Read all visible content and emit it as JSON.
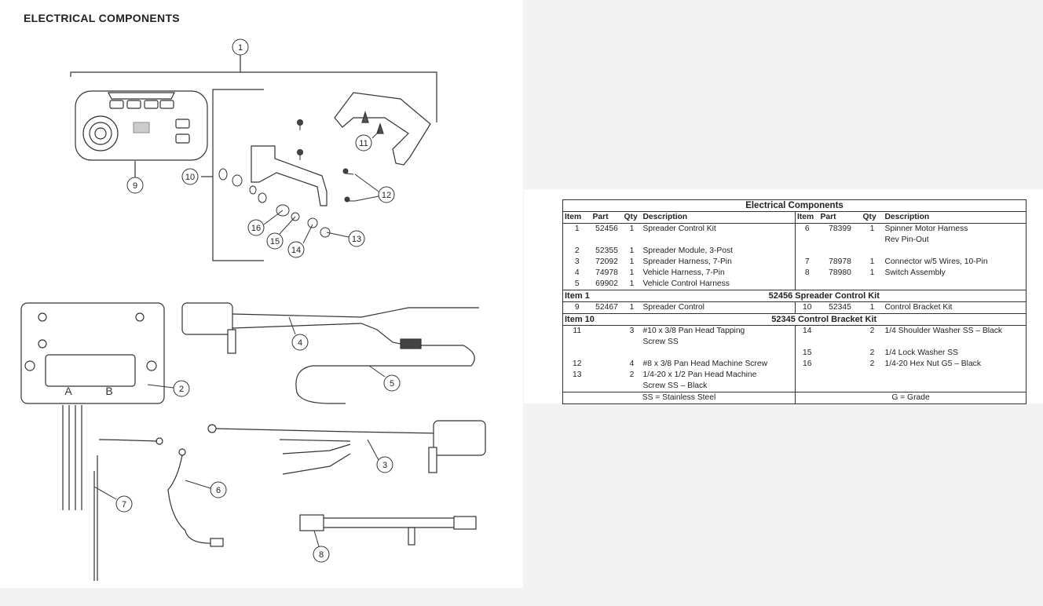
{
  "page_title": "ELECTRICAL COMPONENTS",
  "callouts": [
    "1",
    "2",
    "3",
    "4",
    "5",
    "6",
    "7",
    "8",
    "9",
    "10",
    "11",
    "12",
    "13",
    "14",
    "15",
    "16"
  ],
  "module_labels": {
    "a": "A",
    "b": "B"
  },
  "table": {
    "title": "Electrical Components",
    "columns": [
      "Item",
      "Part",
      "Qty",
      "Description",
      "Item",
      "Part",
      "Qty",
      "Description"
    ],
    "main_rows": [
      {
        "l": {
          "item": "1",
          "part": "52456",
          "qty": "1",
          "desc": [
            "Spreader Control Kit"
          ]
        },
        "r": {
          "item": "6",
          "part": "78399",
          "qty": "1",
          "desc": [
            "Spinner Motor Harness",
            "Rev Pin-Out"
          ]
        }
      },
      {
        "l": {
          "item": "2",
          "part": "52355",
          "qty": "1",
          "desc": [
            "Spreader Module, 3-Post"
          ]
        },
        "r": {
          "item": "",
          "part": "",
          "qty": "",
          "desc": []
        }
      },
      {
        "l": {
          "item": "3",
          "part": "72092",
          "qty": "1",
          "desc": [
            "Spreader Harness, 7-Pin"
          ]
        },
        "r": {
          "item": "7",
          "part": "78978",
          "qty": "1",
          "desc": [
            "Connector w/5 Wires, 10-Pin"
          ]
        }
      },
      {
        "l": {
          "item": "4",
          "part": "74978",
          "qty": "1",
          "desc": [
            "Vehicle Harness, 7-Pin"
          ]
        },
        "r": {
          "item": "8",
          "part": "78980",
          "qty": "1",
          "desc": [
            "Switch Assembly"
          ]
        }
      },
      {
        "l": {
          "item": "5",
          "part": "69902",
          "qty": "1",
          "desc": [
            "Vehicle Control Harness"
          ]
        },
        "r": {
          "item": "",
          "part": "",
          "qty": "",
          "desc": []
        }
      }
    ],
    "section1": {
      "label": "Item 1",
      "title": "52456  Spreader Control Kit",
      "rows": [
        {
          "l": {
            "item": "9",
            "part": "52467",
            "qty": "1",
            "desc": [
              "Spreader Control"
            ]
          },
          "r": {
            "item": "10",
            "part": "52345",
            "qty": "1",
            "desc": [
              "Control Bracket Kit"
            ]
          }
        }
      ]
    },
    "section2": {
      "label": "Item 10",
      "title": "52345  Control Bracket Kit",
      "rows": [
        {
          "l": {
            "item": "11",
            "part": "",
            "qty": "3",
            "desc": [
              "#10 x 3/8 Pan Head Tapping",
              "Screw SS"
            ]
          },
          "r": {
            "item": "14",
            "part": "",
            "qty": "2",
            "desc": [
              "1/4 Shoulder Washer SS – Black"
            ]
          }
        },
        {
          "l": {
            "item": "",
            "part": "",
            "qty": "",
            "desc": []
          },
          "r": {
            "item": "15",
            "part": "",
            "qty": "2",
            "desc": [
              "1/4 Lock Washer SS"
            ]
          }
        },
        {
          "l": {
            "item": "12",
            "part": "",
            "qty": "4",
            "desc": [
              "#8 x 3/8 Pan Head Machine Screw"
            ]
          },
          "r": {
            "item": "16",
            "part": "",
            "qty": "2",
            "desc": [
              "1/4-20 Hex Nut G5 – Black"
            ]
          }
        },
        {
          "l": {
            "item": "13",
            "part": "",
            "qty": "2",
            "desc": [
              "1/4-20 x 1/2 Pan Head Machine",
              "Screw SS – Black"
            ]
          },
          "r": {
            "item": "",
            "part": "",
            "qty": "",
            "desc": []
          }
        }
      ]
    },
    "footer": {
      "left": "SS = Stainless Steel",
      "right": "G = Grade"
    }
  }
}
